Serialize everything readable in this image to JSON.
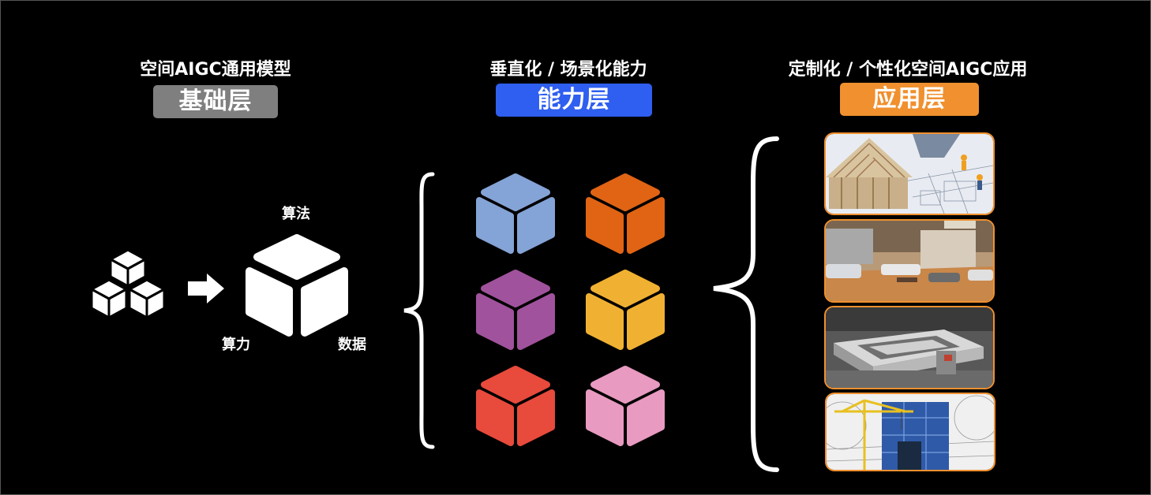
{
  "columns": [
    {
      "subtitle": "空间AIGC通用模型",
      "badge": "基础层",
      "badge_color": "#7f7f7f"
    },
    {
      "subtitle": "垂直化 / 场景化能力",
      "badge": "能力层",
      "badge_color": "#2f5ff0"
    },
    {
      "subtitle": "定制化 / 个性化空间AIGC应用",
      "badge": "应用层",
      "badge_color": "#f0902f"
    }
  ],
  "foundation_labels": {
    "top": "算法",
    "left": "算力",
    "right": "数据"
  },
  "capability_cube_colors": [
    "#84a3d6",
    "#e06414",
    "#a0529c",
    "#f0b132",
    "#e84a3c",
    "#e89ac0"
  ],
  "application_images": [
    "house-construction-image",
    "showroom-interior-image",
    "machinery-image",
    "crane-building-image"
  ]
}
